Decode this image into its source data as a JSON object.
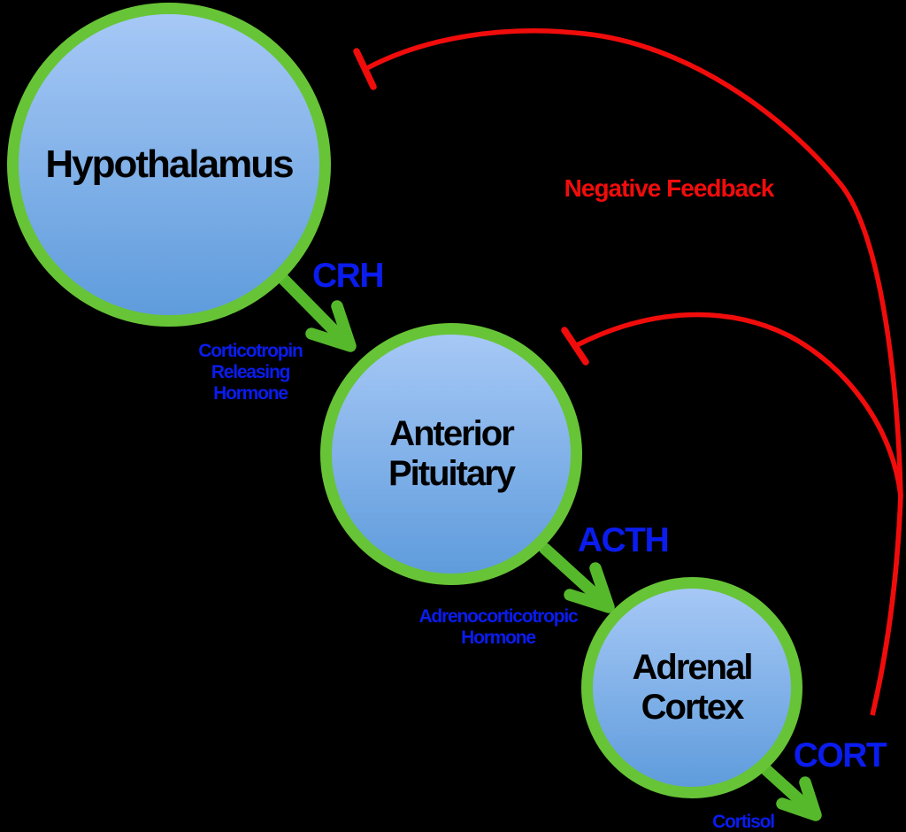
{
  "colors": {
    "background": "#000000",
    "node_border_green": "#67c437",
    "node_fill_top": "#a6c8f6",
    "node_fill_bottom": "#5f9cdc",
    "arrow_green": "#56b92c",
    "feedback_red": "#f10c0c",
    "hormone_blue": "#0a1cee",
    "node_text_black": "#000000"
  },
  "nodes": [
    {
      "id": "hypothalamus",
      "lines": [
        "Hypothalamus"
      ]
    },
    {
      "id": "anterior-pituitary",
      "lines": [
        "Anterior",
        "Pituitary"
      ]
    },
    {
      "id": "adrenal-cortex",
      "lines": [
        "Adrenal",
        "Cortex"
      ]
    }
  ],
  "hormones": [
    {
      "abbr": "CRH",
      "full_lines": [
        "Corticotropin",
        "Releasing",
        "Hormone"
      ]
    },
    {
      "abbr": "ACTH",
      "full_lines": [
        "Adrenocorticotropic",
        "Hormone"
      ]
    },
    {
      "abbr": "CORT",
      "full_lines": [
        "Cortisol"
      ]
    }
  ],
  "feedback": {
    "label": "Negative Feedback"
  }
}
